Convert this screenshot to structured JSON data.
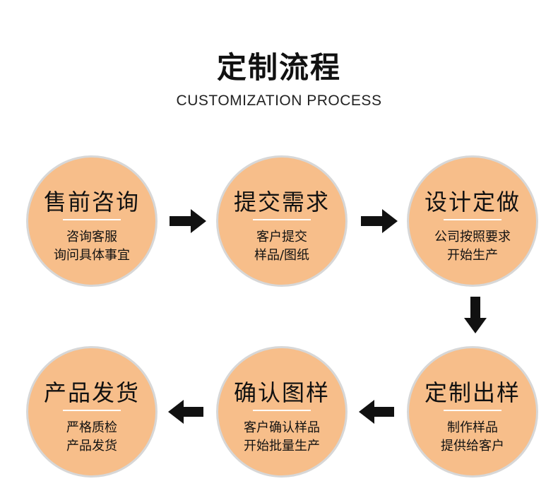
{
  "header": {
    "title": "定制流程",
    "subtitle": "CUSTOMIZATION PROCESS"
  },
  "colors": {
    "circle_fill": "#F7BE8A",
    "circle_border": "#D7D7D7",
    "arrow": "#111111"
  },
  "steps": [
    {
      "title": "售前咨询",
      "lines": [
        "咨询客服",
        "询问具体事宜"
      ]
    },
    {
      "title": "提交需求",
      "lines": [
        "客户提交",
        "样品/图纸"
      ]
    },
    {
      "title": "设计定做",
      "lines": [
        "公司按照要求",
        "开始生产"
      ]
    },
    {
      "title": "定制出样",
      "lines": [
        "制作样品",
        "提供给客户"
      ]
    },
    {
      "title": "确认图样",
      "lines": [
        "客户确认样品",
        "开始批量生产"
      ]
    },
    {
      "title": "产品发货",
      "lines": [
        "严格质检",
        "产品发货"
      ]
    }
  ]
}
